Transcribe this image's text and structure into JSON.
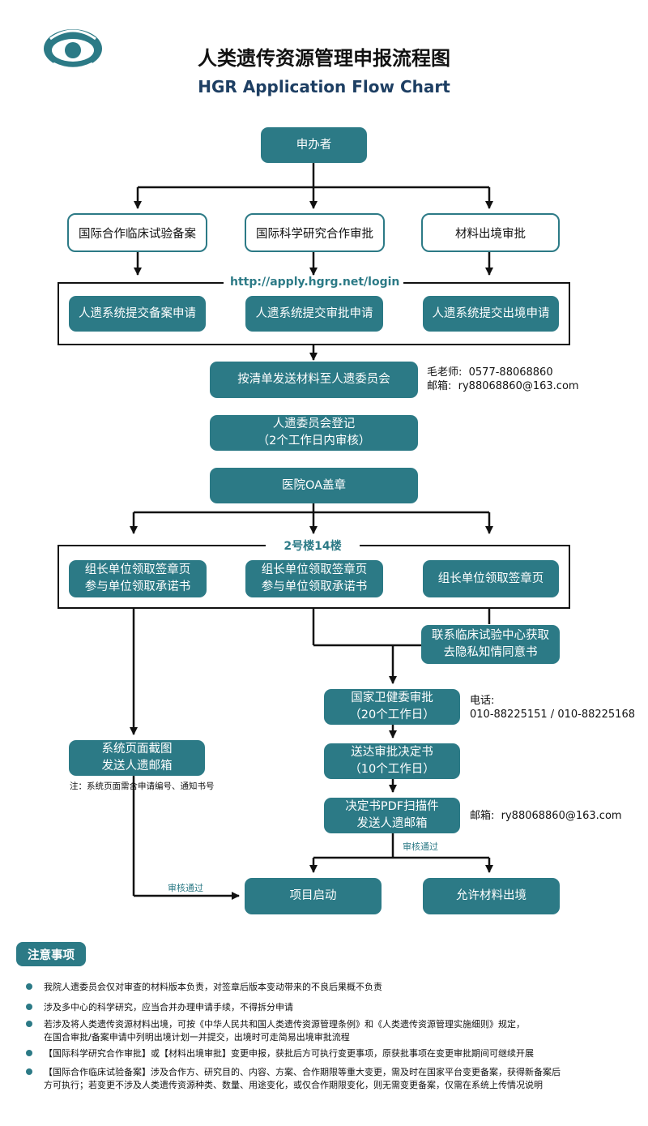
{
  "header": {
    "title_cn": "人类遗传资源管理申报流程图",
    "title_en": "HGR Application Flow Chart"
  },
  "colors": {
    "teal": "#2c7a86",
    "navy": "#1e3f63"
  },
  "logo": {
    "icon": "eye-logo-icon"
  },
  "flow": {
    "applicant": "申办者",
    "types": [
      "国际合作临床试验备案",
      "国际科学研究合作审批",
      "材料出境审批"
    ],
    "system_url": "http://apply.hgrg.net/login",
    "system_steps": [
      "人遗系统提交备案申请",
      "人遗系统提交审批申请",
      "人遗系统提交出境申请"
    ],
    "send_materials": "按清单发送材料至人遗委员会",
    "contact1": {
      "teacher": "毛老师:  0577-88068860",
      "email": "邮箱:  ry88068860@163.com"
    },
    "register": "人遗委员会登记\n（2个工作日内审核）",
    "oa_seal": "医院OA盖章",
    "location": "2号楼14楼",
    "sign_steps": [
      "组长单位领取签章页\n参与单位领取承诺书",
      "组长单位领取签章页\n参与单位领取承诺书",
      "组长单位领取签章页"
    ],
    "privacy": "联系临床试验中心获取\n去隐私知情同意书",
    "nhc_review": "国家卫健委审批\n（20个工作日）",
    "contact2": {
      "phone_label": "电话:",
      "phone": "010-88225151 / 010-88225168"
    },
    "screenshot": "系统页面截图\n发送人遗邮箱",
    "screenshot_note": "注：系统页面需含申请编号、通知书号",
    "decision": "送达审批决定书\n（10个工作日）",
    "pdf": "决定书PDF扫描件\n发送人遗邮箱",
    "contact3": "邮箱:  ry88068860@163.com",
    "approved_label": "审核通过",
    "project_start": "项目启动",
    "export_allowed": "允许材料出境"
  },
  "notes": {
    "title": "注意事项",
    "items": [
      "我院人遗委员会仅对审查的材料版本负责，对签章后版本变动带来的不良后果概不负责",
      "涉及多中心的科学研究，应当合并办理申请手续，不得拆分申请",
      "若涉及将人类遗传资源材料出境，可按《中华人民共和国人类遗传资源管理条例》和《人类遗传资源管理实施细则》规定，\n在国合审批/备案申请中列明出境计划一并提交，出境时可走简易出境审批流程",
      "【国际科学研究合作审批】或【材料出境审批】变更申报，获批后方可执行变更事项，原获批事项在变更审批期间可继续开展",
      "【国际合作临床试验备案】涉及合作方、研究目的、内容、方案、合作期限等重大变更，需及时在国家平台变更备案，获得新备案后\n方可执行；若变更不涉及人类遗传资源种类、数量、用途变化，或仅合作期限变化，则无需变更备案，仅需在系统上传情况说明"
    ]
  }
}
